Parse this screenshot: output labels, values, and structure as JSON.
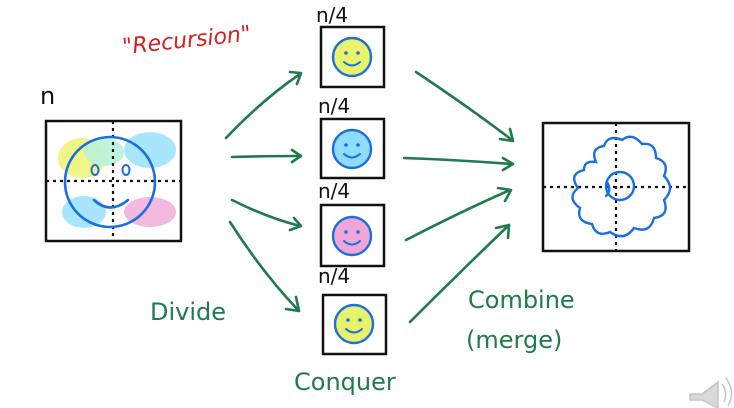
{
  "title": "\"Recursion\"",
  "input_label": "n",
  "sub_labels": [
    "n/4",
    "n/4",
    "n/4",
    "n/4"
  ],
  "steps": {
    "divide": "Divide",
    "conquer": "Conquer",
    "combine": "Combine",
    "combine_sub": "(merge)"
  },
  "icons": {
    "input": "smiley-face-icon",
    "subproblem": "smiley-face-icon",
    "result": "cloud-merge-icon",
    "corner": "speaker-icon"
  },
  "colors": {
    "title": "#d42020",
    "ink": "#111111",
    "arrows": "#1f7a4d",
    "labels": "#1f7a4d",
    "outline": "#1a6fe0",
    "yellow": "#e8f26a",
    "blue": "#8fdcff",
    "pink": "#f2a6d8",
    "mint": "#b9f2d6"
  }
}
